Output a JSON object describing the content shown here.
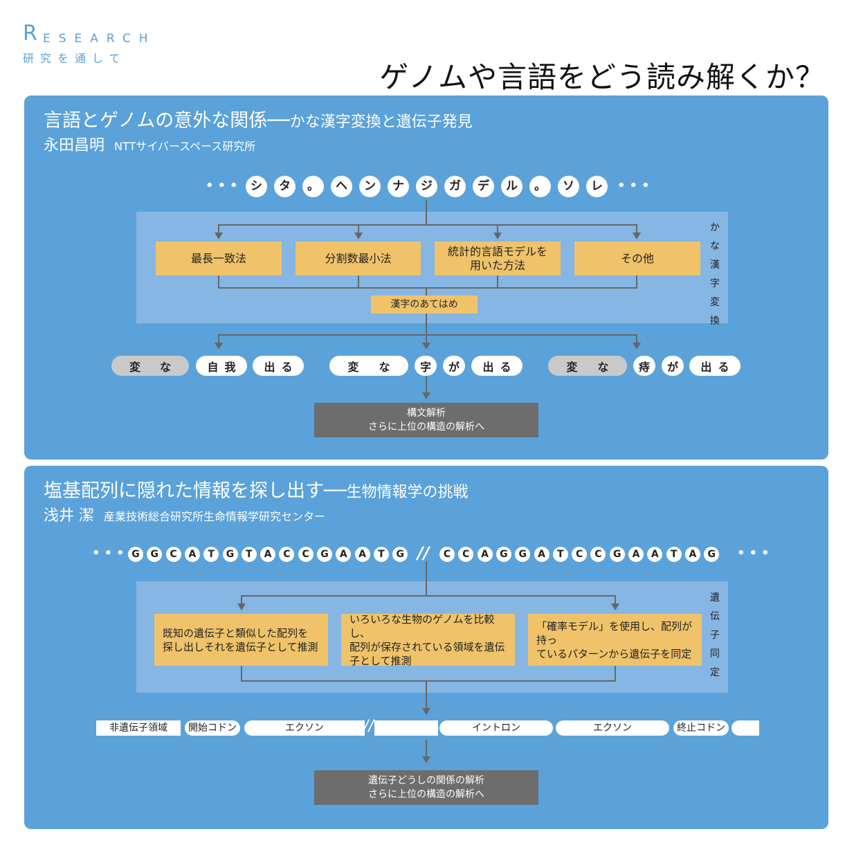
{
  "header": {
    "research_initial": "R",
    "research_rest": "ESEARCH",
    "research_sub": "研究を通して",
    "title": "ゲノムや言語をどう読み解くか？"
  },
  "section1": {
    "title_main": "言語とゲノムの意外な関係──",
    "title_sub": "かな漢字変換と遺伝子発見",
    "author": "永田昌明",
    "affiliation": "NTTサイバースペース研究所",
    "kana_sequence": [
      "シ",
      "タ",
      "。",
      "ヘ",
      "ン",
      "ナ",
      "ジ",
      "ガ",
      "デ",
      "ル",
      "。",
      "ソ",
      "レ"
    ],
    "dots": "•••",
    "methods": [
      "最長一致法",
      "分割数最小法",
      "統計的言語モデルを\n用いた方法",
      "その他"
    ],
    "vertical_label": [
      "か",
      "な",
      "漢",
      "字",
      "変",
      "換"
    ],
    "assign_label": "漢字のあてはめ",
    "candidates": [
      [
        "変",
        "な"
      ],
      [
        "自",
        "我"
      ],
      [
        "出",
        "る"
      ],
      [
        "変",
        "な"
      ],
      [
        "字"
      ],
      [
        "が"
      ],
      [
        "出",
        "る"
      ],
      [
        "変",
        "な"
      ],
      [
        "痔"
      ],
      [
        "が"
      ],
      [
        "出",
        "る"
      ]
    ],
    "result_box": "構文解析\nさらに上位の構造の解析へ"
  },
  "section2": {
    "title_main": "塩基配列に隠れた情報を探し出す──",
    "title_sub": "生物情報学の挑戦",
    "author": "浅井 潔",
    "affiliation": "産業技術総合研究所生命情報学研究センター",
    "dna_left": [
      "G",
      "G",
      "C",
      "A",
      "T",
      "G",
      "T",
      "A",
      "C",
      "C",
      "G",
      "A",
      "A",
      "T",
      "G"
    ],
    "dna_right": [
      "C",
      "C",
      "A",
      "G",
      "G",
      "A",
      "T",
      "C",
      "C",
      "G",
      "A",
      "A",
      "T",
      "A",
      "G"
    ],
    "dna_separator": "//",
    "methods": [
      "既知の遺伝子と類似した配列を\n探し出しそれを遺伝子として推測",
      "いろいろな生物のゲノムを比較し、\n配列が保存されている領域を遺伝\n子として推測",
      "「確率モデル」を使用し、配列が持っ\nているパターンから遺伝子を同定"
    ],
    "vertical_label": [
      "遺",
      "伝",
      "子",
      "同",
      "定"
    ],
    "gene_segments": [
      "非遺伝子領域",
      "開始コドン",
      "エクソン",
      "イントロン",
      "エクソン",
      "終止コドン"
    ],
    "result_box": "遺伝子どうしの関係の解析\nさらに上位の構造の解析へ"
  },
  "colors": {
    "panel": "#5aa2d9",
    "inner": "#86b6e3",
    "orange": "#f0c36a",
    "dark_box": "#6d6d6d",
    "accent": "#5aa0d8"
  }
}
